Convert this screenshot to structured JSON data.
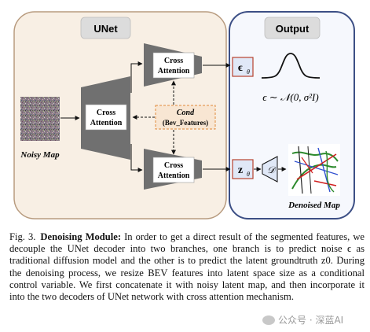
{
  "diagram": {
    "unet_label": "UNet",
    "output_label": "Output",
    "noisy_map_label": "Noisy Map",
    "denoised_map_label": "Denoised Map",
    "encoder_block": [
      "Cross",
      "Attention"
    ],
    "decoder_top_block": [
      "Cross",
      "Attention"
    ],
    "decoder_bottom_block": [
      "Cross",
      "Attention"
    ],
    "cond_title": "Cond",
    "cond_sub": "(Bev_Features)",
    "eps_symbol": "ϵ",
    "eps_subscript": "θ",
    "z_symbol": "z",
    "z_subscript": "θ",
    "decoder_symbol": "𝒟",
    "formula": "ϵ ∼ 𝒩(0, σ²I)",
    "colors": {
      "unet_bg": "#f8efe4",
      "unet_border": "#b89b7f",
      "unet_header": "#dcdcdc",
      "output_bg": "#f6f8fd",
      "output_border": "#3c4f85",
      "trapezoid": "#707070",
      "cond_bg": "#f8e6d3",
      "cond_border": "#e08a3a",
      "symbol_box": "#e0e8f7",
      "symbol_border": "#b7422e"
    }
  },
  "caption": {
    "fig_label": "Fig. 3.",
    "title": "Denoising Module:",
    "text": "In order to get a direct result of the segmented features, we decouple the UNet decoder into two branches, one branch is to predict noise ϵ as traditional diffusion model and the other is to predict the latent groundtruth z0. During the denoising process, we resize BEV features into latent space size as a conditional control variable. We first concatenate it with noisy latent map, and then incorporate it into the two decoders of UNet network with cross attention mechanism."
  },
  "watermark": "公众号 · 深蓝AI"
}
